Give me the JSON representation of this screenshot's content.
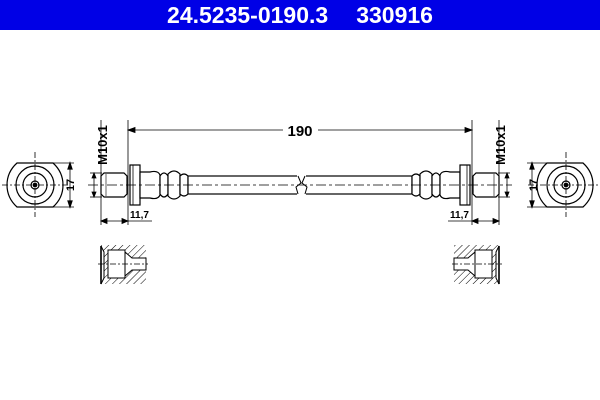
{
  "header": {
    "part_number": "24.5235-0190.3",
    "ref_number": "330916",
    "background": "#0000e6",
    "text_color": "#ffffff"
  },
  "drawing": {
    "length_label": "190",
    "thread_left": "M10x1",
    "thread_right": "M10x1",
    "fitting_length_left": "11,7",
    "fitting_length_right": "11,7",
    "wrench_size_left": "17",
    "wrench_size_right": "17"
  }
}
